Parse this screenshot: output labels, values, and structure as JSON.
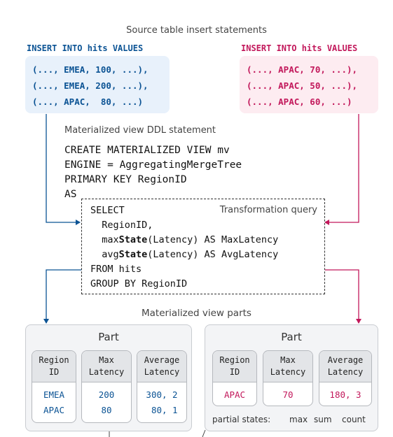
{
  "source_caption": "Source table insert statements",
  "insert_left": {
    "header": "INSERT INTO hits VALUES",
    "rows": [
      "(..., EMEA, 100, ...),",
      "(..., EMEA, 200, ...),",
      "(..., APAC,  80, ...)"
    ]
  },
  "insert_right": {
    "header": "INSERT INTO hits VALUES",
    "rows": [
      "(..., APAC, 70, ...),",
      "(..., APAC, 50, ...),",
      "(..., APAC, 60, ...)"
    ]
  },
  "ddl_caption": "Materialized view DDL statement",
  "ddl_lines": [
    "CREATE MATERIALIZED VIEW mv",
    "ENGINE = AggregatingMergeTree",
    "PRIMARY KEY RegionID",
    "AS"
  ],
  "transform": {
    "label": "Transformation query",
    "line1": "SELECT",
    "line2": "  RegionID,",
    "line3_pre": "  max",
    "line3_bold": "State",
    "line3_post": "(Latency) AS MaxLatency",
    "line4_pre": "  avg",
    "line4_bold": "State",
    "line4_post": "(Latency) AS AvgLatency",
    "line5": "FROM hits",
    "line6": "GROUP BY RegionID"
  },
  "parts_caption": "Materialized view parts",
  "part_left": {
    "title": "Part",
    "col1": {
      "h1": "Region",
      "h2": "ID",
      "v1": "EMEA",
      "v2": "APAC"
    },
    "col2": {
      "h1": "Max",
      "h2": "Latency",
      "v1": "200",
      "v2": "80"
    },
    "col3": {
      "h1": "Average",
      "h2": "Latency",
      "v1": "300, 2",
      "v2": " 80, 1"
    }
  },
  "part_right": {
    "title": "Part",
    "col1": {
      "h1": "Region",
      "h2": "ID",
      "v1": "APAC"
    },
    "col2": {
      "h1": "Max",
      "h2": "Latency",
      "v1": "70"
    },
    "col3": {
      "h1": "Average",
      "h2": "Latency",
      "v1": "180, 3"
    },
    "partial_label": "partial states:",
    "ann_max": "max",
    "ann_sum": "sum",
    "ann_count": "count"
  },
  "colors": {
    "blue": "#0b5394",
    "blue_bg": "#e8f1fb",
    "pink": "#c2185b",
    "pink_bg": "#fdecf1"
  }
}
